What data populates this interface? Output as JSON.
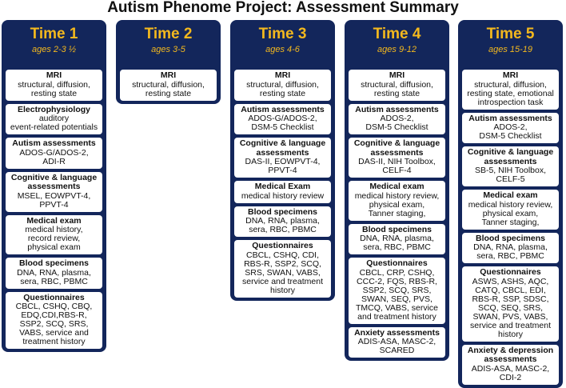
{
  "title": "Autism Phenome Project: Assessment Summary",
  "columns": [
    {
      "time": "Time 1",
      "ages": "ages 2-3 ½",
      "cards": [
        {
          "title": "MRI",
          "body": "structural, diffusion,\nresting state"
        },
        {
          "title": "Electrophysiology",
          "body": "auditory\nevent-related potentials"
        },
        {
          "title": "Autism assessments",
          "body": "ADOS-G/ADOS-2,\nADI-R"
        },
        {
          "title": "Cognitive & language assessments",
          "body": "MSEL, EOWPVT-4,\nPPVT-4"
        },
        {
          "title": "Medical exam",
          "body": "medical history,\nrecord review,\nphysical exam"
        },
        {
          "title": "Blood specimens",
          "body": "DNA, RNA, plasma,\nsera, RBC, PBMC"
        },
        {
          "title": "Questionnaires",
          "body": "CBCL, CSHQ, CBQ,\nEDQ,CDI,RBS-R,\nSSP2, SCQ, SRS,\nVABS, service and\ntreatment history"
        }
      ]
    },
    {
      "time": "Time 2",
      "ages": "ages 3-5",
      "cards": [
        {
          "title": "MRI",
          "body": "structural, diffusion,\nresting state"
        }
      ]
    },
    {
      "time": "Time 3",
      "ages": "ages 4-6",
      "cards": [
        {
          "title": "MRI",
          "body": "structural, diffusion,\nresting state"
        },
        {
          "title": "Autism assessments",
          "body": "ADOS-G/ADOS-2,\nDSM-5 Checklist"
        },
        {
          "title": "Cognitive & language assessments",
          "body": "DAS-II, EOWPVT-4,\nPPVT-4"
        },
        {
          "title": "Medical Exam",
          "body": "medical history review"
        },
        {
          "title": "Blood specimens",
          "body": "DNA, RNA, plasma,\nsera, RBC, PBMC"
        },
        {
          "title": "Questionnaires",
          "body": "CBCL, CSHQ, CDI,\nRBS-R, SSP2, SCQ,\nSRS, SWAN, VABS,\nservice and treatment\nhistory"
        }
      ]
    },
    {
      "time": "Time 4",
      "ages": "ages 9-12",
      "cards": [
        {
          "title": "MRI",
          "body": "structural, diffusion,\nresting state"
        },
        {
          "title": "Autism assessments",
          "body": "ADOS-2,\nDSM-5 Checklist"
        },
        {
          "title": "Cognitive & language assessments",
          "body": "DAS-II, NIH Toolbox,\nCELF-4"
        },
        {
          "title": "Medical exam",
          "body": "medical history review,\nphysical exam,\nTanner staging,"
        },
        {
          "title": "Blood specimens",
          "body": "DNA, RNA, plasma,\nsera, RBC, PBMC"
        },
        {
          "title": "Questionnaires",
          "body": "CBCL, CRP, CSHQ,\nCCC-2, FQS, RBS-R,\nSSP2, SCQ, SRS,\nSWAN, SEQ, PVS,\nTMCQ, VABS, service\nand treatment history"
        },
        {
          "title": "Anxiety assessments",
          "body": "ADIS-ASA, MASC-2,\nSCARED"
        }
      ]
    },
    {
      "time": "Time 5",
      "ages": "ages 15-19",
      "cards": [
        {
          "title": "MRI",
          "body": "structural, diffusion,\nresting state, emotional\nintrospection task"
        },
        {
          "title": "Autism assessments",
          "body": "ADOS-2,\nDSM-5 Checklist"
        },
        {
          "title": "Cognitive & language assessments",
          "body": "SB-5, NIH Toolbox,\nCELF-5"
        },
        {
          "title": "Medical exam",
          "body": "medical history review,\nphysical exam,\nTanner staging,"
        },
        {
          "title": "Blood specimens",
          "body": "DNA, RNA, plasma,\nsera, RBC, PBMC"
        },
        {
          "title": "Questionnaires",
          "body": "ASWS, ASHS, AQC,\nCATQ, CBCL, EDI,\nRBS-R, SSP, SDSC,\nSCQ, SEQ, SRS,\nSWAN, PVS, VABS,\nservice and treatment\nhistory"
        },
        {
          "title": "Anxiety & depression assessments",
          "body": "ADIS-ASA, MASC-2,\nCDI-2"
        }
      ]
    }
  ]
}
